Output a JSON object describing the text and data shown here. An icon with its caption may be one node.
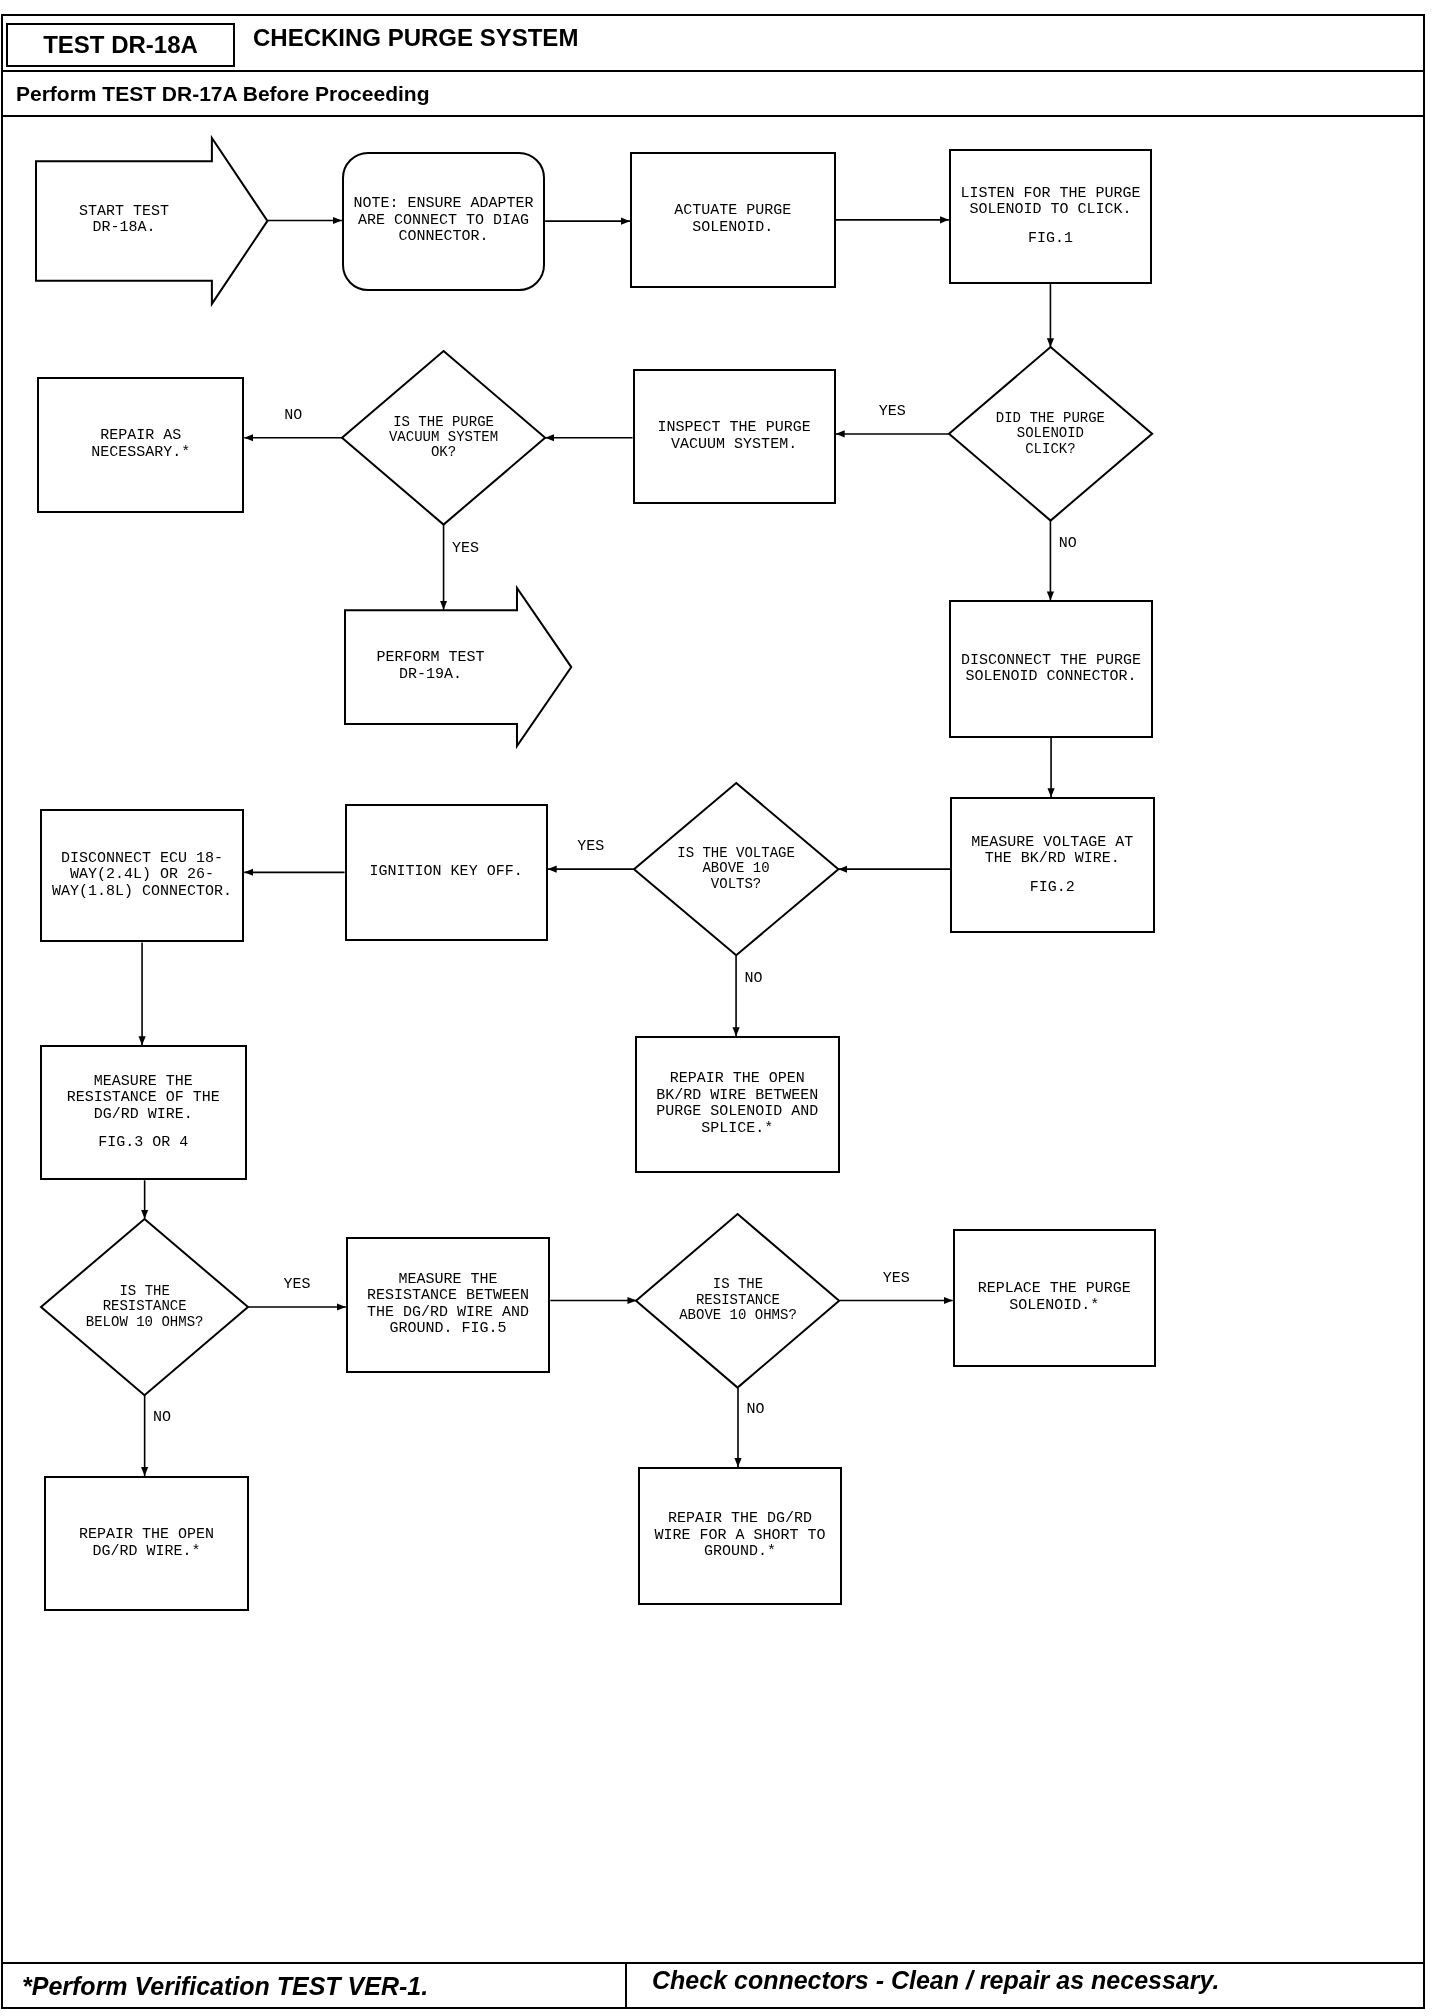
{
  "diagram": {
    "title": "CHECKING PURGE SYSTEM",
    "nodes": [
      {
        "text": [
          "START TEST DR-18A."
        ]
      },
      {
        "text": [
          "NOTE: ENSURE ADAPTER ARE CONNECT TO DIAG CONNECTOR."
        ]
      },
      {
        "text": [
          "ACTUATE PURGE SOLENOID."
        ]
      },
      {
        "text": [
          "LISTEN FOR THE PURGE SOLENOID TO CLICK.",
          "FIG.1"
        ]
      },
      {
        "text": [
          "DID THE PURGE SOLENOID CLICK?"
        ]
      },
      {
        "text": [
          "INSPECT THE PURGE VACUUM SYSTEM."
        ]
      },
      {
        "text": [
          "IS THE PURGE VACUUM SYSTEM OK?"
        ]
      },
      {
        "text": [
          "REPAIR AS NECESSARY.*"
        ]
      },
      {
        "text": [
          "PERFORM TEST DR-19A."
        ]
      },
      {
        "text": [
          "DISCONNECT THE PURGE SOLENOID CONNECTOR."
        ]
      },
      {
        "text": [
          "MEASURE VOLTAGE AT THE BK/RD WIRE.",
          "FIG.2"
        ]
      },
      {
        "text": [
          "IS THE VOLTAGE ABOVE 10 VOLTS?"
        ]
      },
      {
        "text": [
          "IGNITION KEY OFF."
        ]
      },
      {
        "text": [
          "DISCONNECT ECU 18-WAY(2.4L) OR 26-WAY(1.8L) CONNECTOR."
        ]
      },
      {
        "text": [
          "MEASURE THE RESISTANCE OF THE DG/RD WIRE.",
          "FIG.3 OR 4"
        ]
      },
      {
        "text": [
          "REPAIR THE OPEN BK/RD WIRE BETWEEN PURGE SOLENOID AND SPLICE.*"
        ]
      },
      {
        "text": [
          "IS THE RESISTANCE BELOW 10 OHMS?"
        ]
      },
      {
        "text": [
          "MEASURE THE RESISTANCE BETWEEN THE DG/RD WIRE AND GROUND. FIG.5"
        ]
      },
      {
        "text": [
          "IS THE RESISTANCE ABOVE 10 OHMS?"
        ]
      },
      {
        "text": [
          "REPLACE THE PURGE SOLENOID.*"
        ]
      },
      {
        "text": [
          "REPAIR THE OPEN DG/RD WIRE.*"
        ]
      },
      {
        "text": [
          "REPAIR THE DG/RD WIRE FOR A SHORT TO GROUND.*"
        ]
      }
    ],
    "edges": [
      {
        "from": 0,
        "to": 1,
        "arrow": "to"
      },
      {
        "from": 1,
        "to": 2,
        "arrow": "to"
      },
      {
        "from": 2,
        "to": 3,
        "arrow": "to"
      },
      {
        "from": 3,
        "to": 4,
        "arrow": "to"
      },
      {
        "from": 4,
        "to": 5,
        "arrow": "to",
        "label": "YES"
      },
      {
        "from": 5,
        "to": 6,
        "arrow": "to"
      },
      {
        "from": 6,
        "to": 7,
        "arrow": "to",
        "label": "NO"
      },
      {
        "from": 6,
        "to": 8,
        "arrow": "to",
        "label": "YES"
      },
      {
        "from": 4,
        "to": 9,
        "arrow": "to",
        "label": "NO"
      },
      {
        "from": 9,
        "to": 10,
        "arrow": "to"
      },
      {
        "from": 10,
        "to": 11,
        "arrow": "to"
      },
      {
        "from": 11,
        "to": 12,
        "arrow": "to",
        "label": "YES"
      },
      {
        "from": 12,
        "to": 13,
        "arrow": "to"
      },
      {
        "from": 11,
        "to": 15,
        "arrow": "to",
        "label": "NO"
      },
      {
        "from": 13,
        "to": 14,
        "arrow": "to"
      },
      {
        "from": 14,
        "to": 16,
        "arrow": "to"
      },
      {
        "from": 16,
        "to": 17,
        "arrow": "to",
        "label": "YES"
      },
      {
        "from": 16,
        "to": 20,
        "arrow": "to",
        "label": "NO"
      },
      {
        "from": 17,
        "to": 18,
        "arrow": "to"
      },
      {
        "from": 18,
        "to": 19,
        "arrow": "to",
        "label": "YES"
      },
      {
        "from": 18,
        "to": 21,
        "arrow": "to",
        "label": "NO"
      }
    ],
    "labels": [
      "TEST DR-18A",
      "Perform TEST DR-17A Before Proceeding",
      "*Perform Verification TEST VER-1.",
      "Check connectors - Clean / repair as necessary."
    ]
  }
}
